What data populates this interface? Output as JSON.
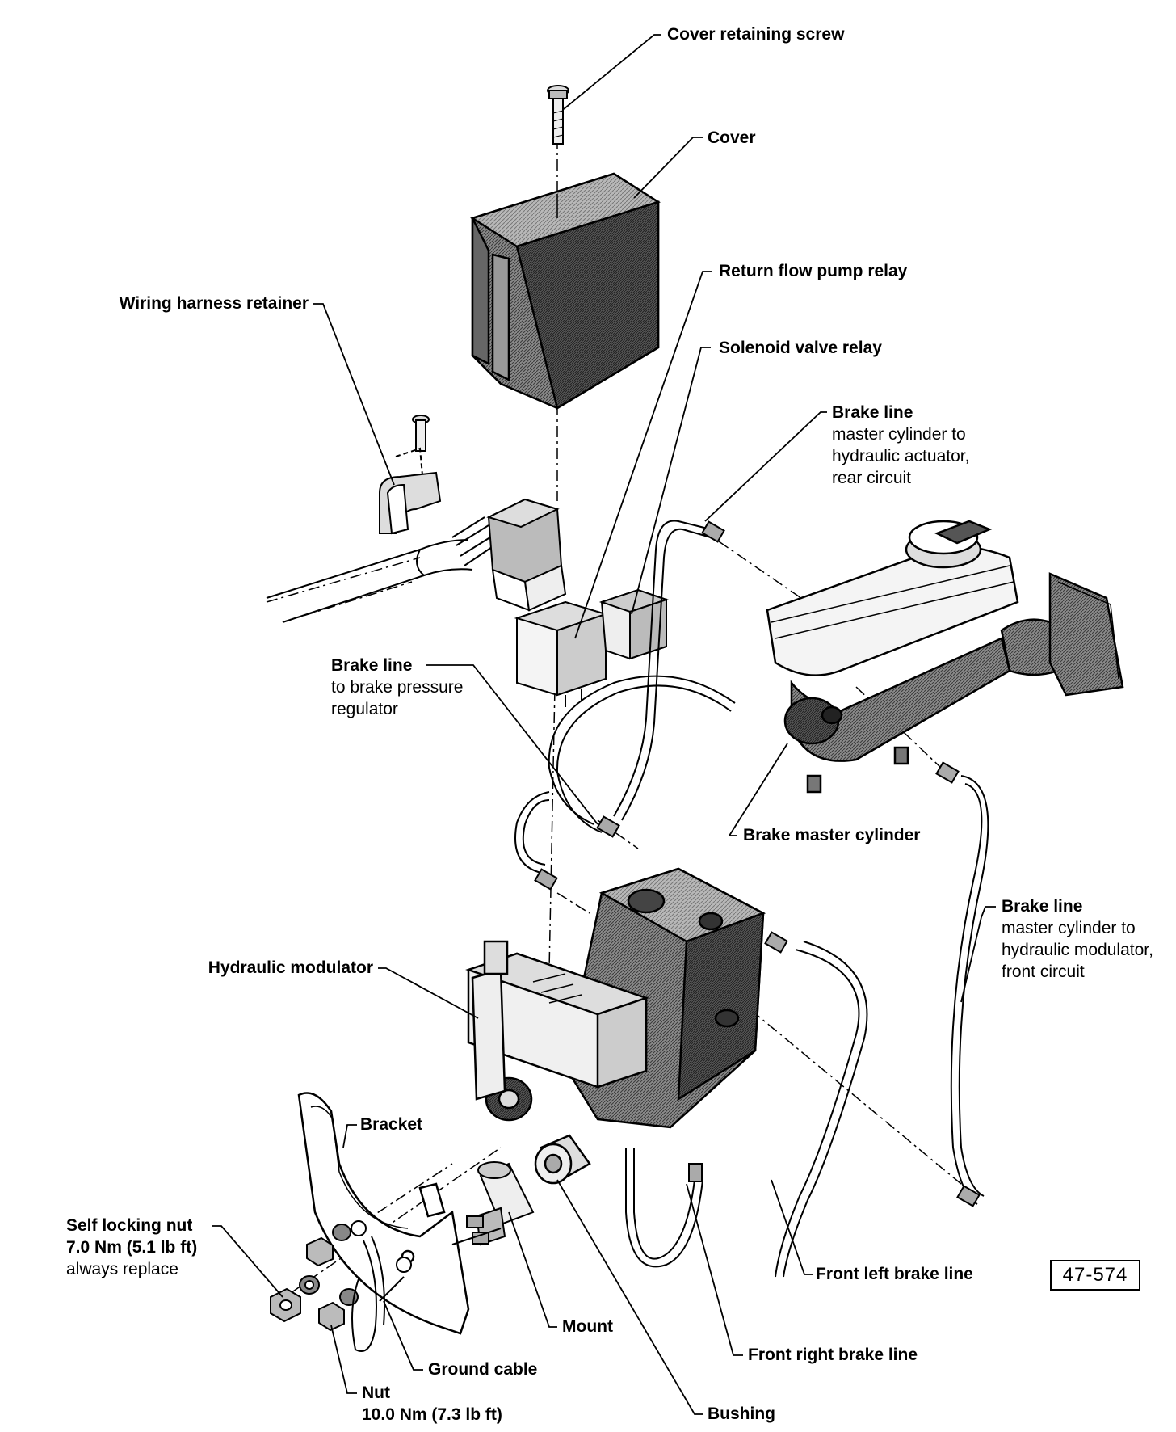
{
  "labels": {
    "cover_screw": "Cover retaining screw",
    "cover": "Cover",
    "return_pump_relay": "Return flow pump relay",
    "solenoid_relay": "Solenoid valve relay",
    "wiring_retainer": "Wiring harness retainer",
    "brake_line_rear": {
      "title": "Brake line",
      "l1": "master cylinder to",
      "l2": "hydraulic actuator,",
      "l3": "rear circuit"
    },
    "brake_line_regulator": {
      "title": "Brake line",
      "l1": "to brake pressure",
      "l2": "regulator"
    },
    "master_cylinder": "Brake master cylinder",
    "brake_line_front": {
      "title": "Brake line",
      "l1": "master cylinder to",
      "l2": "hydraulic modulator,",
      "l3": "front circuit"
    },
    "hydraulic_modulator": "Hydraulic modulator",
    "bracket": "Bracket",
    "self_locking_nut": {
      "title": "Self locking nut",
      "torque": "7.0 Nm (5.1 lb ft)",
      "note": "always replace"
    },
    "mount": "Mount",
    "front_left_line": "Front left brake line",
    "front_right_line": "Front right brake line",
    "ground_cable": "Ground cable",
    "nut": {
      "title": "Nut",
      "torque": "10.0 Nm (7.3 lb ft)"
    },
    "bushing": "Bushing"
  },
  "figure_number": "47-574",
  "colors": {
    "ink": "#000000",
    "shade_dark": "#4a4a4a",
    "shade_mid": "#8a8a8a",
    "shade_light": "#c8c8c8",
    "paper": "#ffffff"
  }
}
